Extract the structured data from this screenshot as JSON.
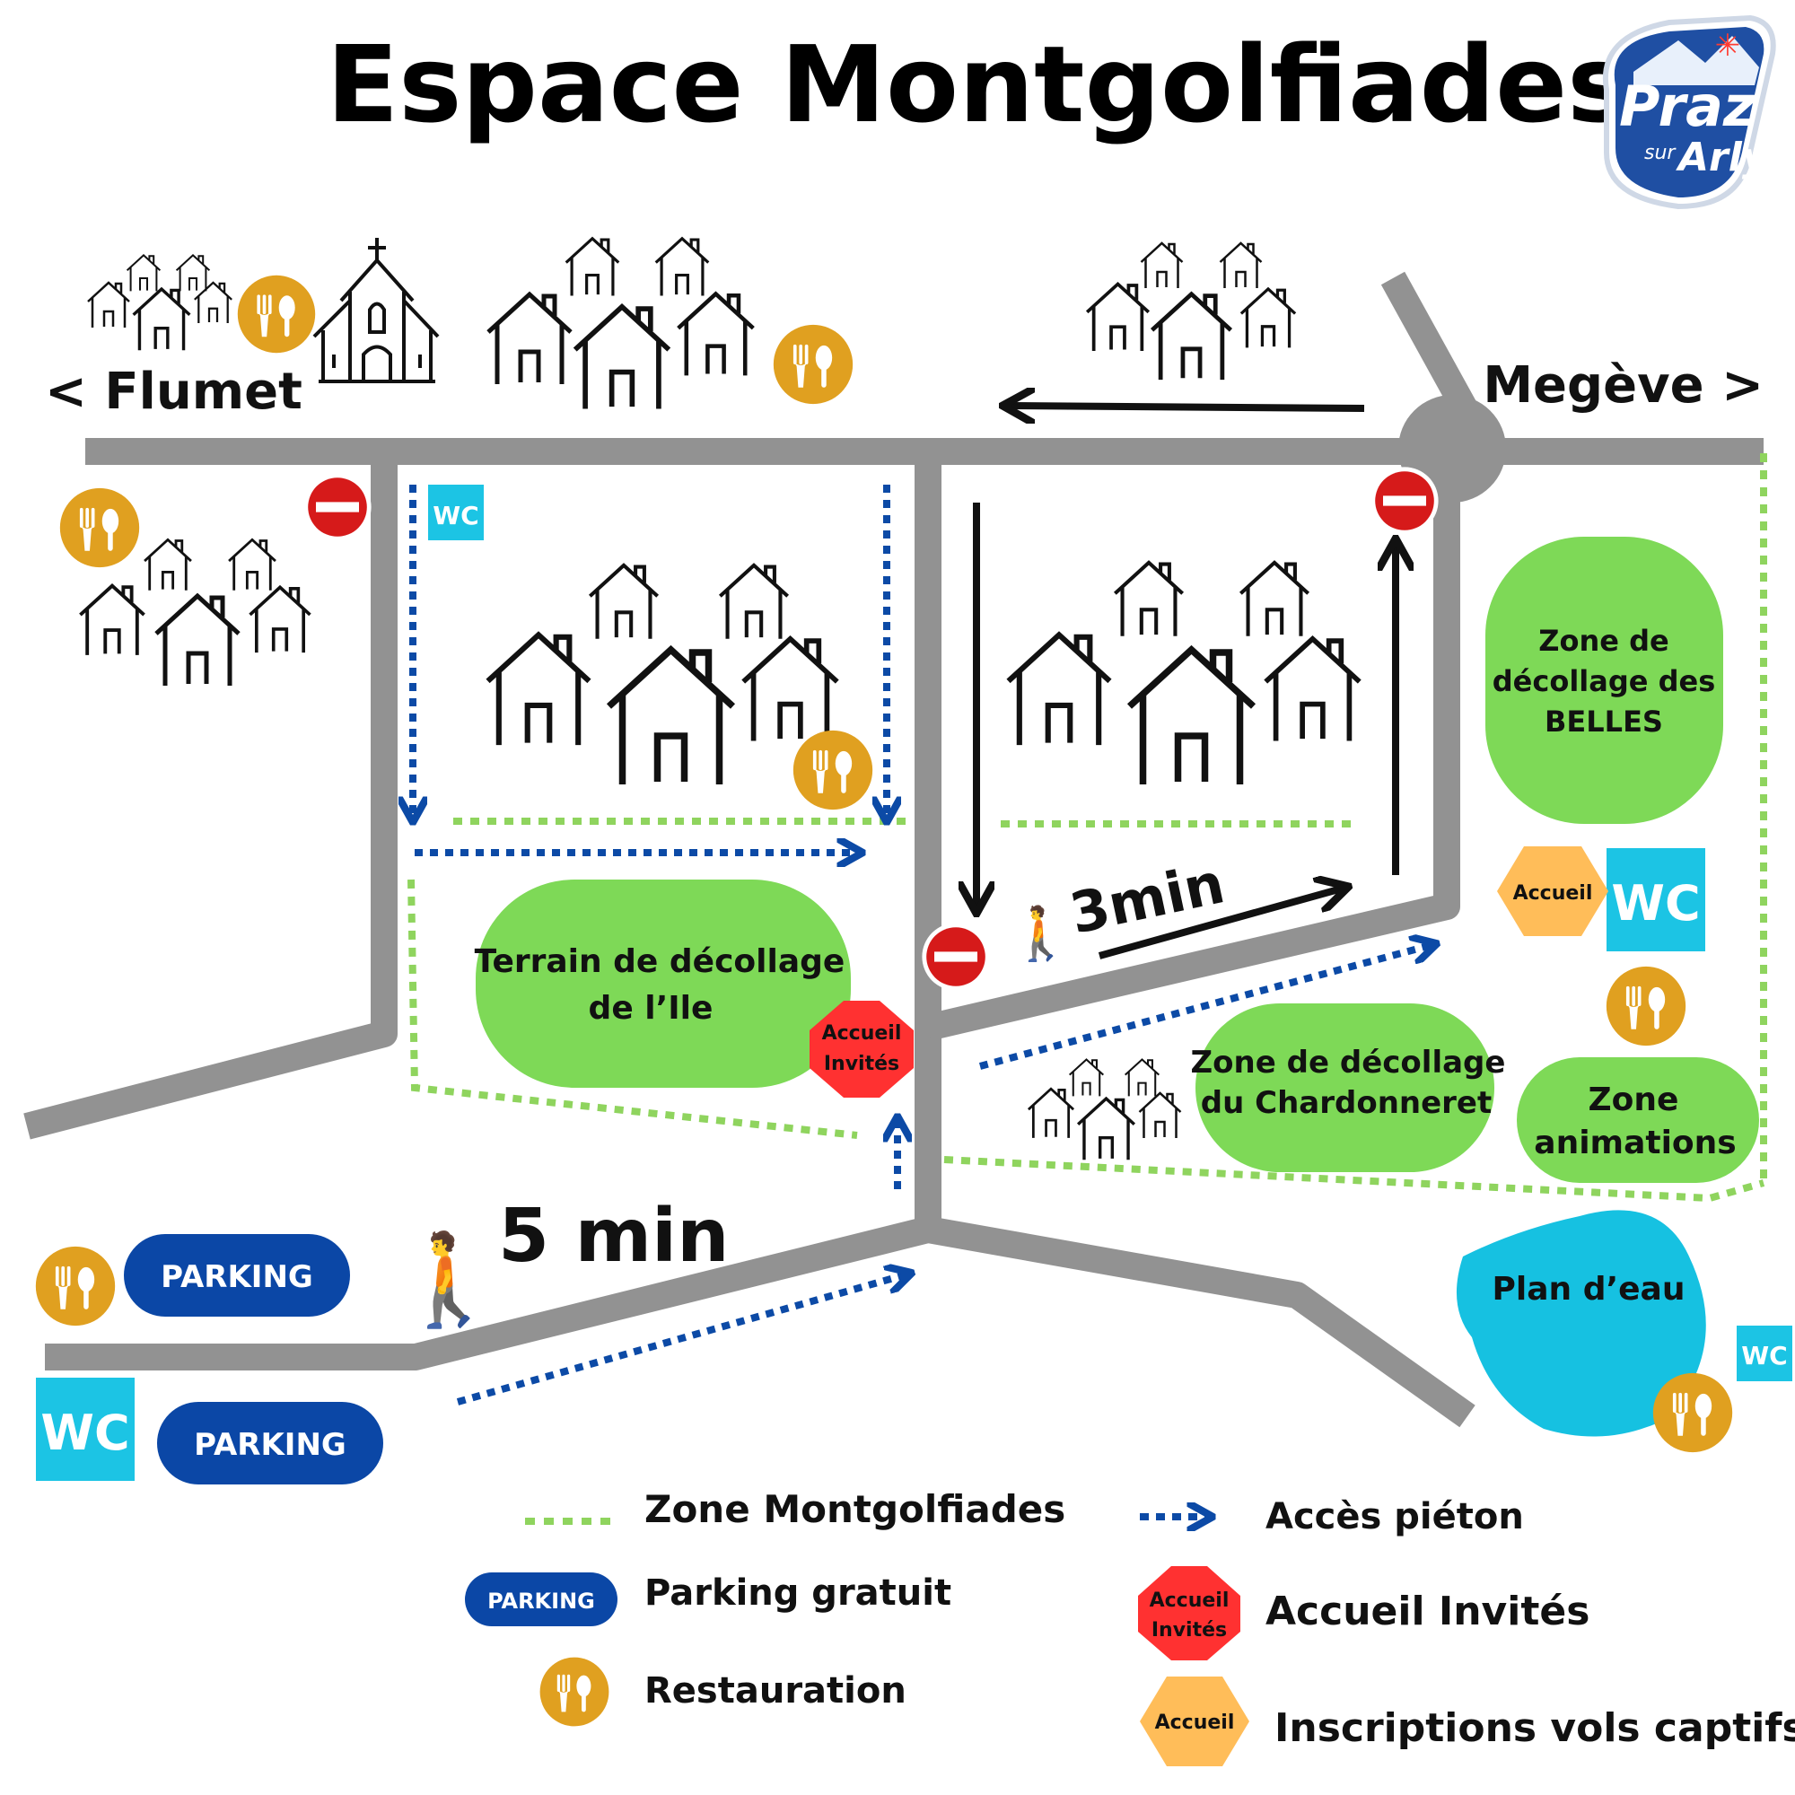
{
  "title": "Espace Montgolfiades",
  "logo": {
    "line1": "Praz",
    "line2_small": "sur",
    "line2": "Arly"
  },
  "directions": {
    "left": "< Flumet",
    "right": "Megève >"
  },
  "times": {
    "short": "3min",
    "long": "5 min"
  },
  "zones": {
    "ile_line1": "Terrain de décollage",
    "ile_line2": "de  l’Ile",
    "belles_line1": "Zone de",
    "belles_line2": "décollage des",
    "belles_line3": "BELLES",
    "chard_line1": "Zone de décollage",
    "chard_line2": "du Chardonneret",
    "anim_line1": "Zone",
    "anim_line2": "animations",
    "lake": "Plan d’eau"
  },
  "badges": {
    "wc": "WC",
    "parking": "PARKING",
    "accueil": "Accueil",
    "accueil_invites_1": "Accueil",
    "accueil_invites_2": "Invités"
  },
  "legend": {
    "zone": "Zone Montgolfiades",
    "parking": "Parking gratuit",
    "resto": "Restauration",
    "pieton": "Accès piéton",
    "invites": "Accueil Invités",
    "inscriptions": "Inscriptions vols captifs"
  },
  "colors": {
    "road": "#929292",
    "zone_green": "#7ed957",
    "dotted_green": "#8fd45e",
    "pedestrian_blue": "#0c4aa6",
    "parking_blue": "#0b47a6",
    "wc_cyan": "#1cc4e4",
    "resto_orange": "#e0a020",
    "no_entry_red": "#d61a1a",
    "invites_red": "#ff3131",
    "accueil_orange": "#ffbd59",
    "lake": "#16c1e1"
  }
}
